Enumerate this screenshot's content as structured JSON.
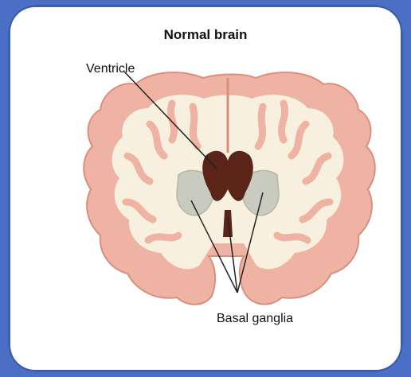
{
  "diagram": {
    "title": "Normal brain",
    "labels": {
      "ventricle": "Ventricle",
      "basal_ganglia": "Basal ganglia"
    }
  },
  "colors": {
    "background": "#4a6fc4",
    "card": "#ffffff",
    "cortex": "#efb3a3",
    "cortex_outline": "#d98f7e",
    "white_matter": "#f7f0de",
    "ventricle": "#5a2419",
    "basal_ganglia": "#c9cbbf",
    "leader_line": "#222222"
  }
}
